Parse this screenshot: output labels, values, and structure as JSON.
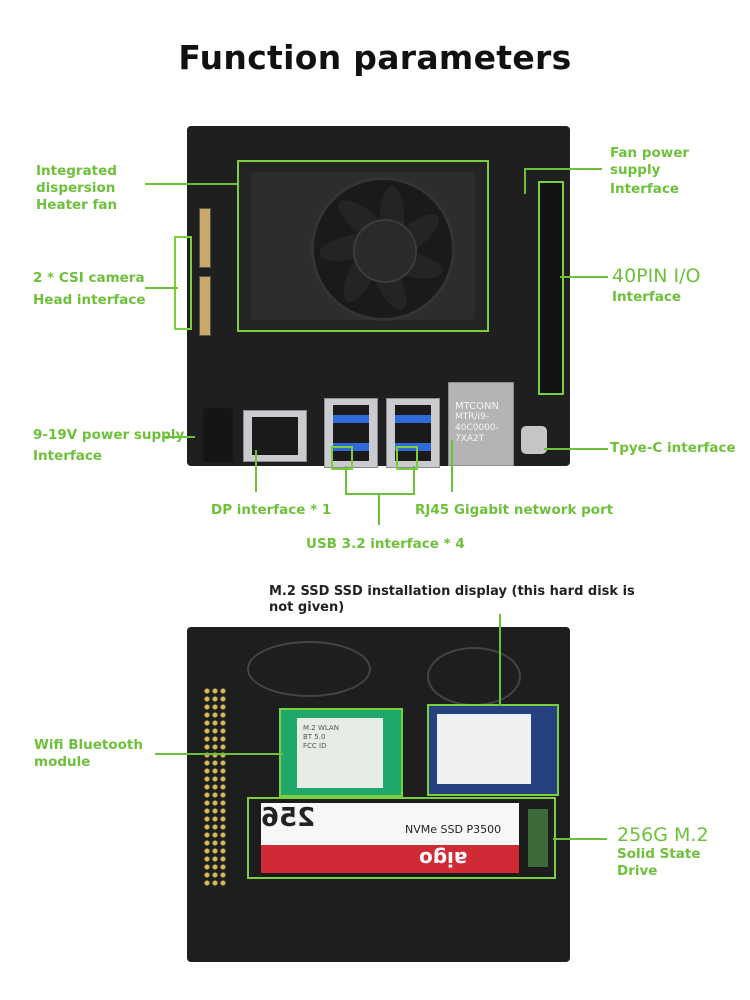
{
  "title": "Function parameters",
  "top_board": {
    "labels": {
      "heater_fan": [
        "Integrated",
        "dispersion",
        "Heater fan"
      ],
      "csi_camera": [
        "2 * CSI camera",
        "Head interface"
      ],
      "power_supply": [
        "9-19V power supply",
        "Interface"
      ],
      "fan_power": [
        "Fan power",
        "supply",
        "Interface"
      ],
      "gpio": [
        "40PIN I/O",
        "Interface"
      ],
      "typec": "Tpye-C interface",
      "dp": "DP interface * 1",
      "rj45": "RJ45 Gigabit network port",
      "usb": "USB 3.2 interface * 4"
    },
    "rj45_print": [
      "MTCONN",
      "MTR/i9-",
      "40C0000-",
      "7XA2T"
    ]
  },
  "bottom_board": {
    "labels": {
      "m2_display": "M.2 SSD SSD installation display (this hard disk is not given)",
      "wifi": [
        "Wifi Bluetooth",
        "module"
      ],
      "solid_state": [
        "256G M.2",
        "Solid State",
        "Drive"
      ]
    },
    "ssd_print": {
      "capacity": "256",
      "model": "NVMe SSD P3500",
      "brand": "aigo"
    }
  },
  "colors": {
    "accent_green": "#6dc13a",
    "board": "#1e1f1e"
  }
}
